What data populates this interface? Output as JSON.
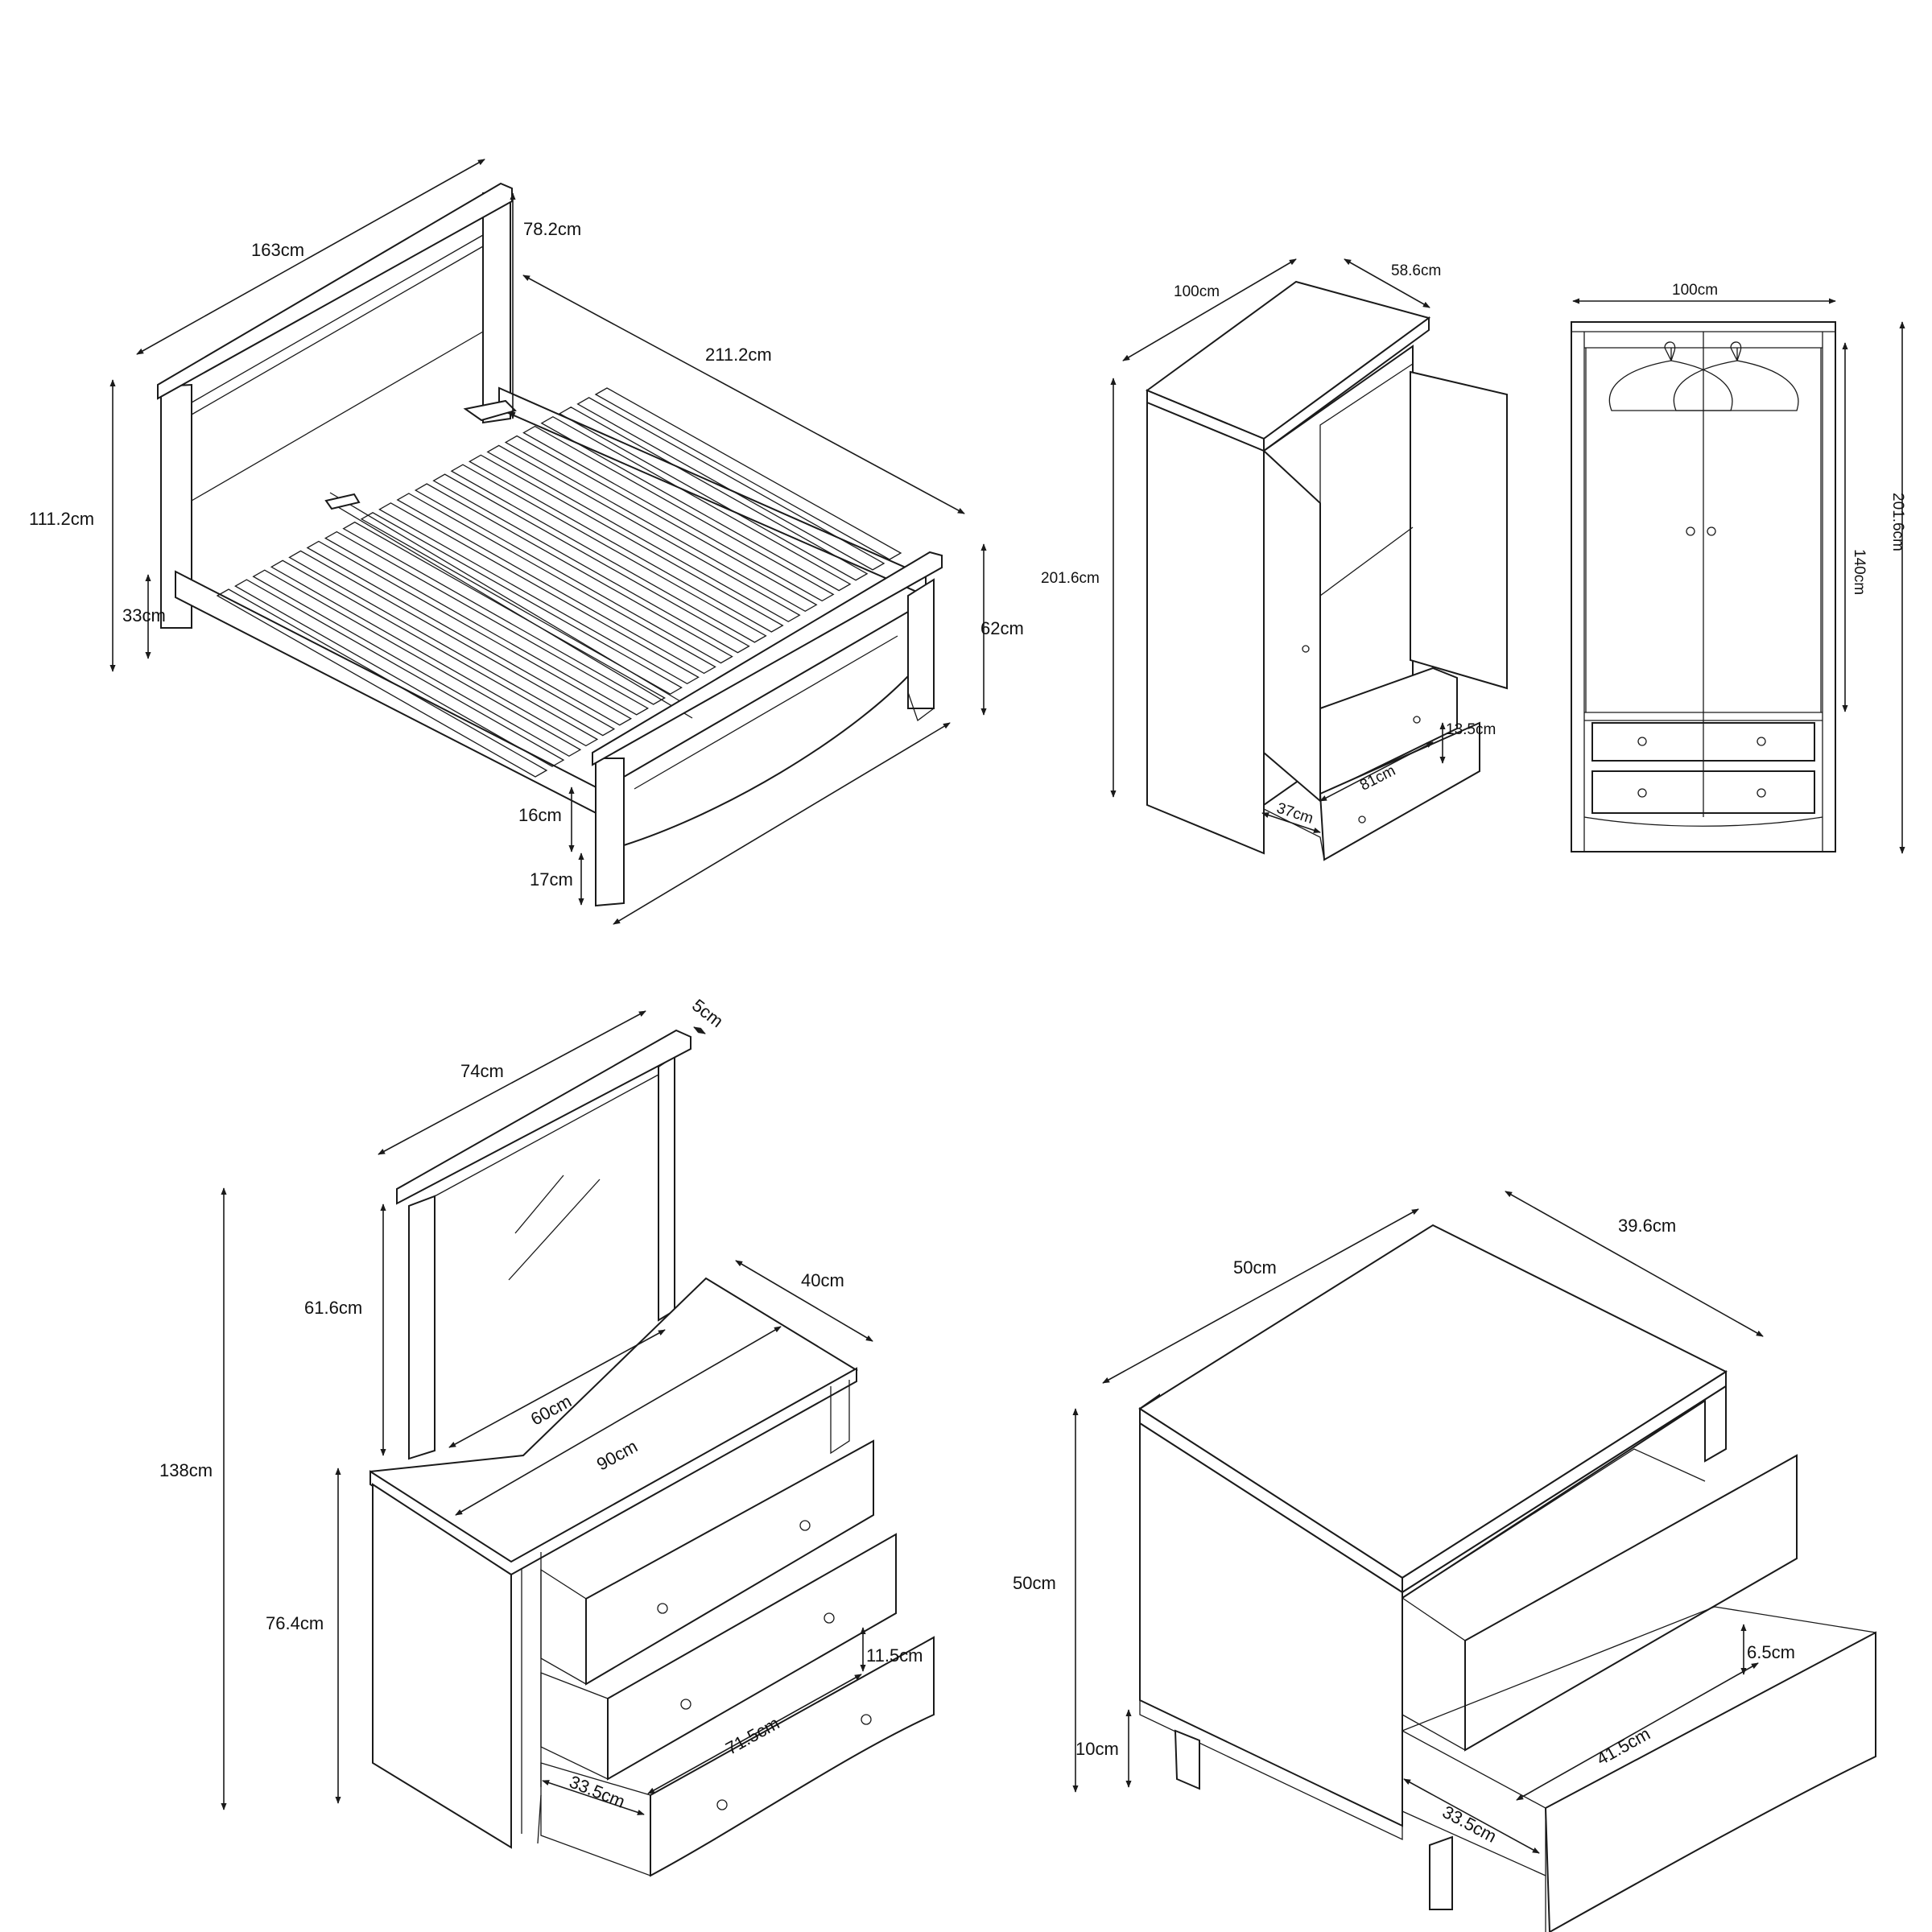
{
  "bed": {
    "width": "163cm",
    "headboard_upper": "78.2cm",
    "length": "211.2cm",
    "headboard_height": "111.2cm",
    "leg_height": "33cm",
    "footboard_height": "62cm",
    "rail_height": "16cm",
    "footboard_leg": "17cm"
  },
  "wardrobe": {
    "width": "100cm",
    "depth": "58.6cm",
    "height": "201.6cm",
    "drawer_height": "13.5cm",
    "drawer_width": "81cm",
    "drawer_depth": "37cm",
    "front_width": "100cm",
    "front_height": "201.6cm",
    "door_height": "140cm"
  },
  "dresser": {
    "mirror_width": "74cm",
    "mirror_frame": "5cm",
    "mirror_height": "61.6cm",
    "depth": "40cm",
    "mirror_glass_width": "60cm",
    "width": "90cm",
    "total_height": "138cm",
    "body_height": "76.4cm",
    "drawer_height": "11.5cm",
    "drawer_width": "71.5cm",
    "drawer_depth": "33.5cm"
  },
  "nightstand": {
    "width": "50cm",
    "depth": "39.6cm",
    "height": "50cm",
    "drawer_height": "6.5cm",
    "drawer_width": "41.5cm",
    "leg_height": "10cm",
    "drawer_depth": "33.5cm"
  }
}
